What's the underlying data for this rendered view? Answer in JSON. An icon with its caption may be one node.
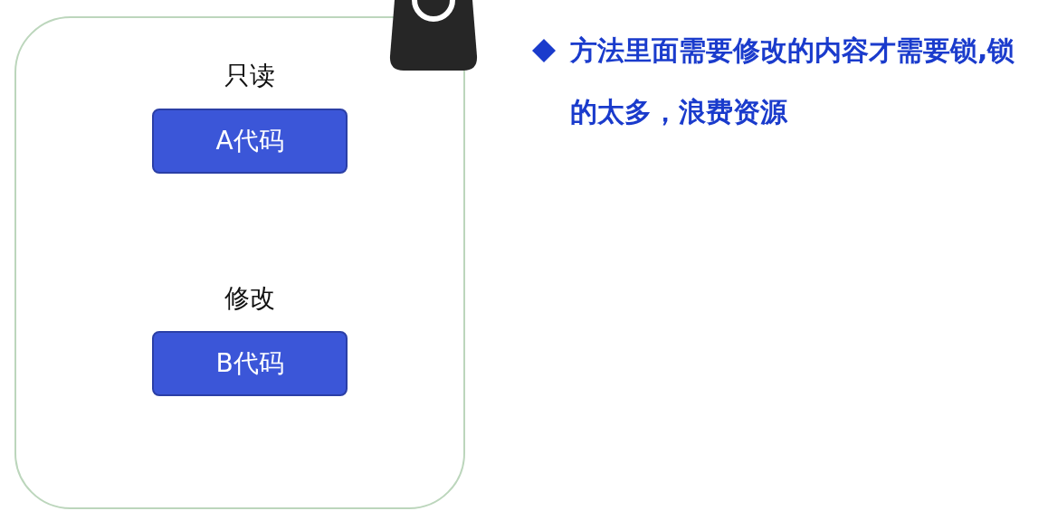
{
  "diagram": {
    "nodes": [
      {
        "text": [],
        "shape": "box"
      },
      {
        "text": [
          "只读",
          "A代码"
        ],
        "in": 0
      },
      {
        "text": [
          "修改",
          "B代码"
        ],
        "in": 0
      }
    ],
    "edges": [],
    "labels": [
      "方法里面需要修改的内容才需要锁,锁的太多，浪费资源"
    ]
  }
}
